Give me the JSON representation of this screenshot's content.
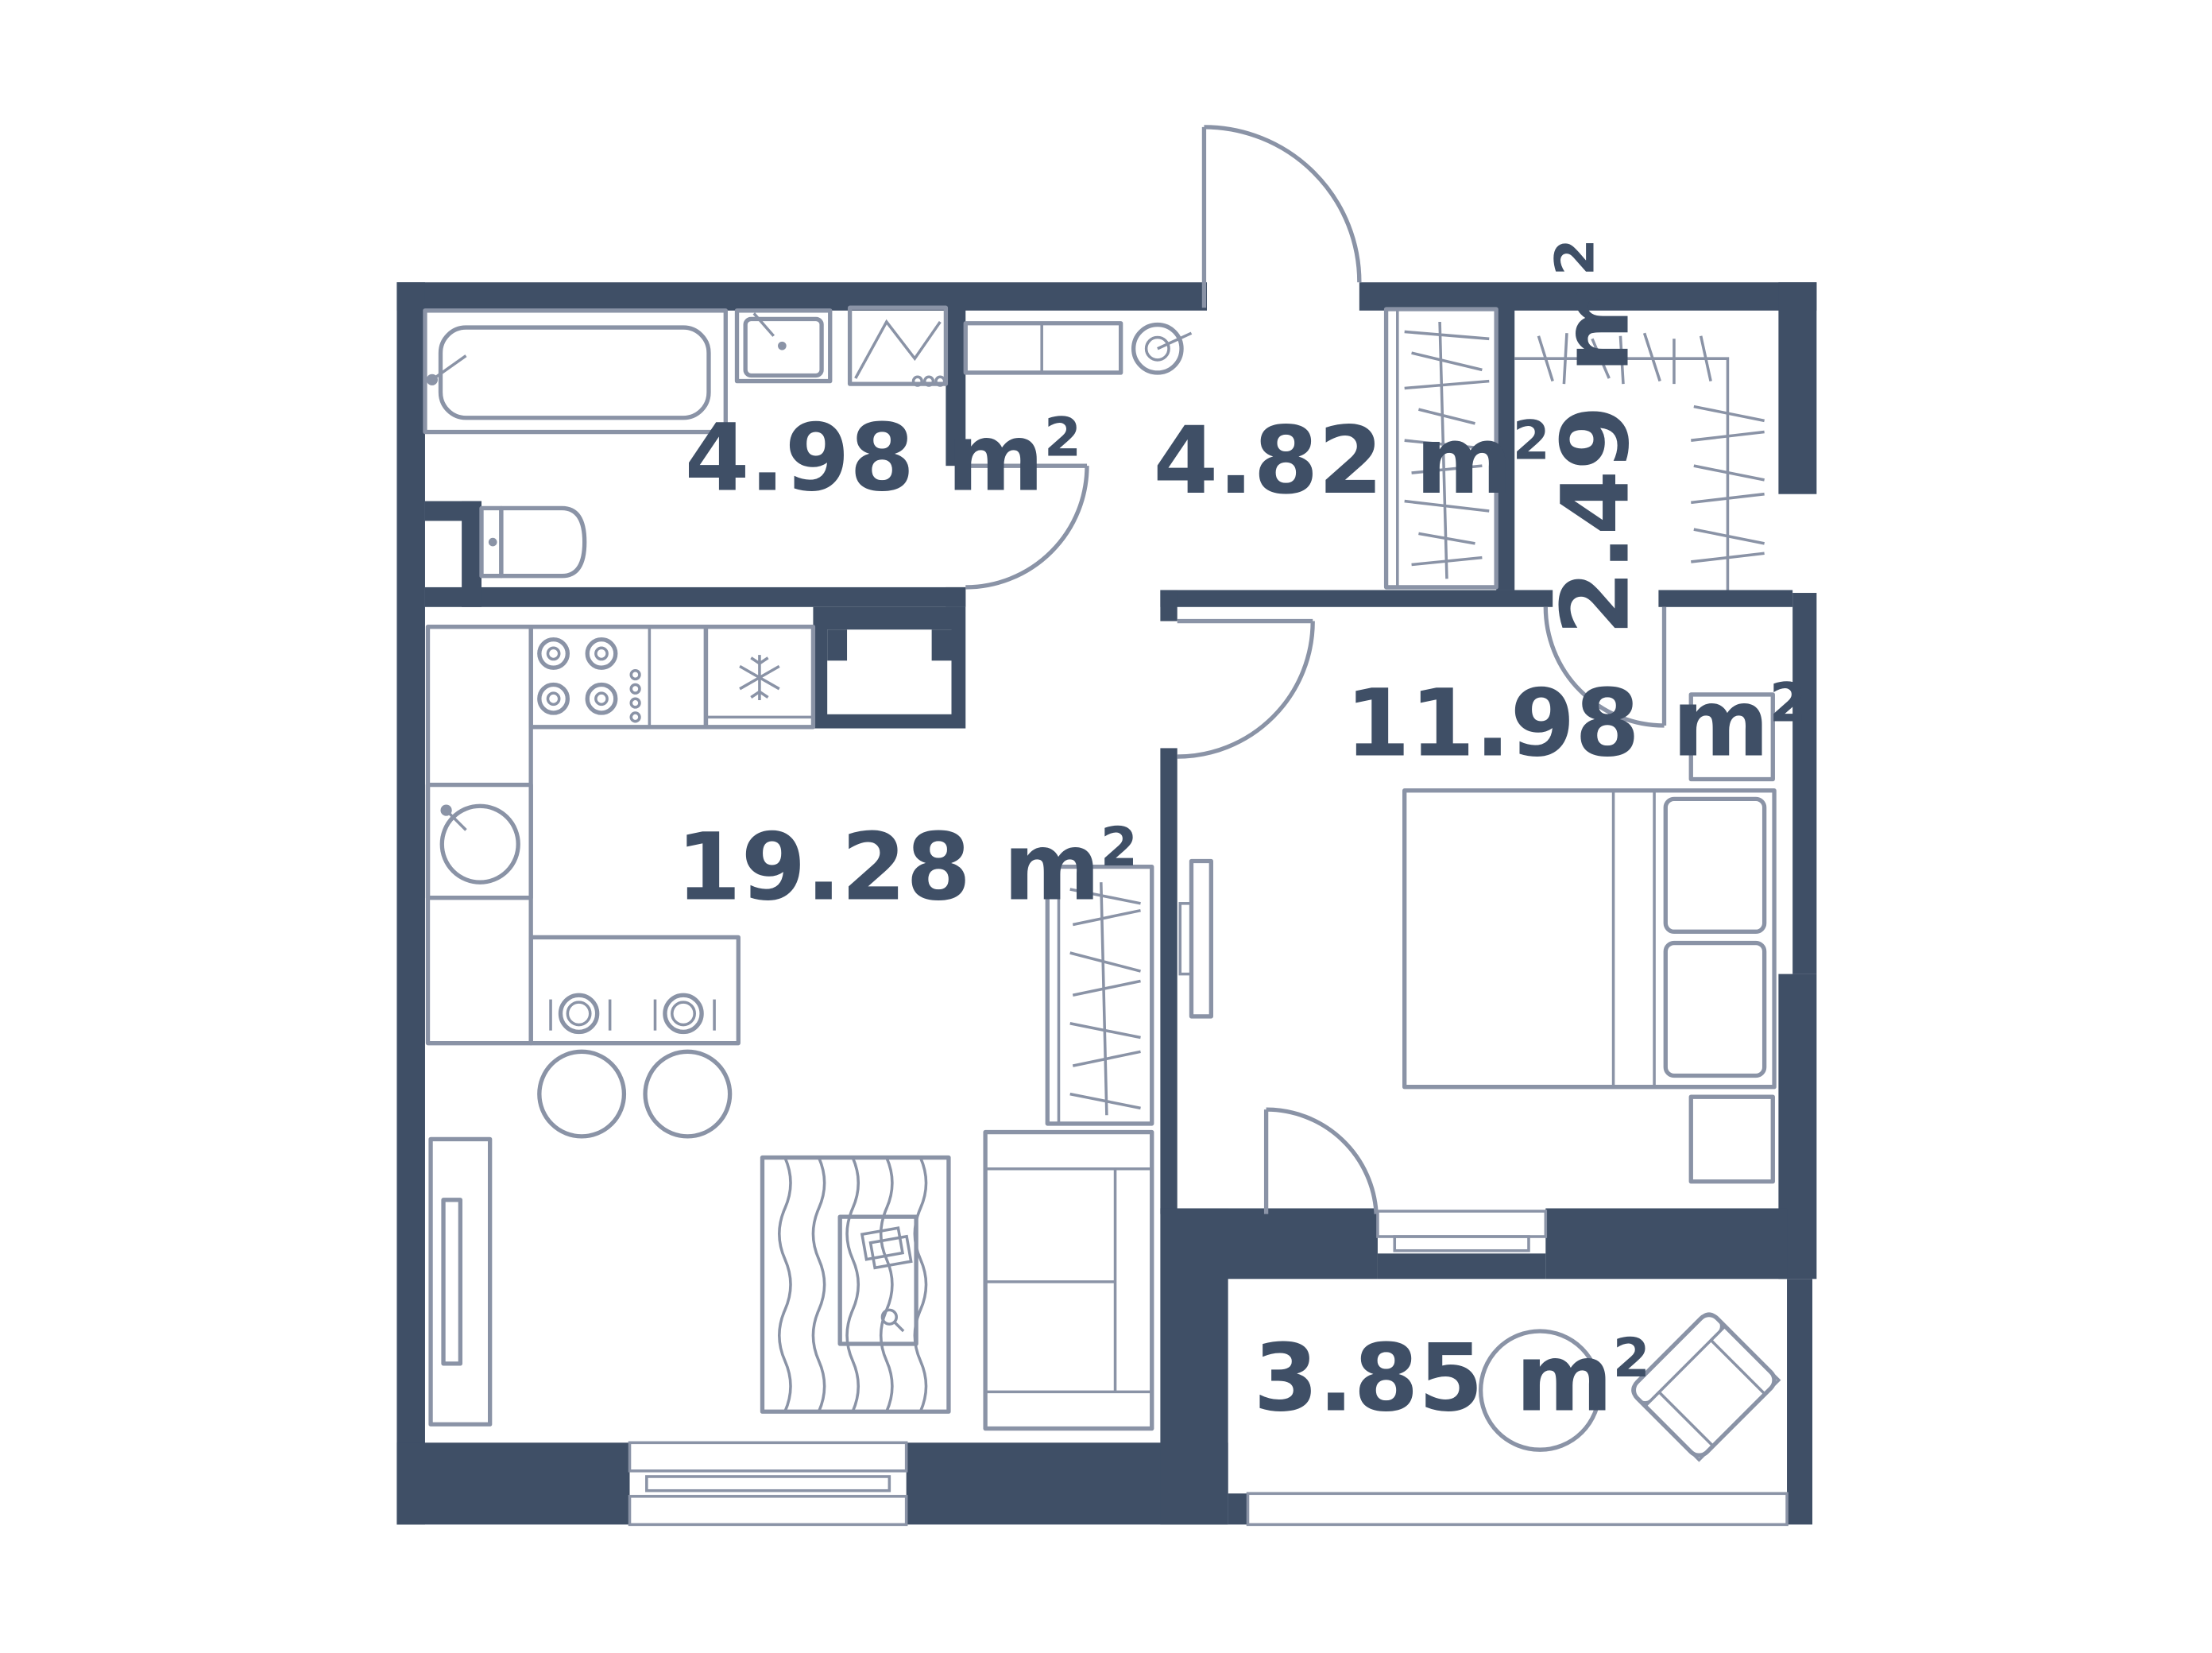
{
  "floor_plan": {
    "rooms": [
      {
        "id": "bathroom",
        "area": "4.98",
        "unit": "m",
        "exponent": "2"
      },
      {
        "id": "hallway",
        "area": "4.82",
        "unit": "m",
        "exponent": "2"
      },
      {
        "id": "wardrobe",
        "area": "2.49",
        "unit": "m",
        "exponent": "2"
      },
      {
        "id": "living-kitchen",
        "area": "19.28",
        "unit": "m",
        "exponent": "2"
      },
      {
        "id": "bedroom",
        "area": "11.98",
        "unit": "m",
        "exponent": "2"
      },
      {
        "id": "balcony",
        "area": "3.85",
        "unit": "m",
        "exponent": "2"
      }
    ],
    "colors": {
      "wall": "#3f4f66",
      "furniture_line": "#8a93a6",
      "label": "#3f4f66",
      "background": "#ffffff"
    },
    "icons": [
      "bathtub-icon",
      "sink-icon",
      "washing-machine-icon",
      "toilet-icon",
      "stove-icon",
      "fridge-icon",
      "kitchen-sink-icon",
      "plate-icon",
      "stool-icon",
      "wardrobe-icon",
      "bed-icon",
      "nightstand-icon",
      "sofa-icon",
      "rug-icon",
      "coffee-table-icon",
      "tv-icon",
      "armchair-icon",
      "round-table-icon"
    ]
  }
}
